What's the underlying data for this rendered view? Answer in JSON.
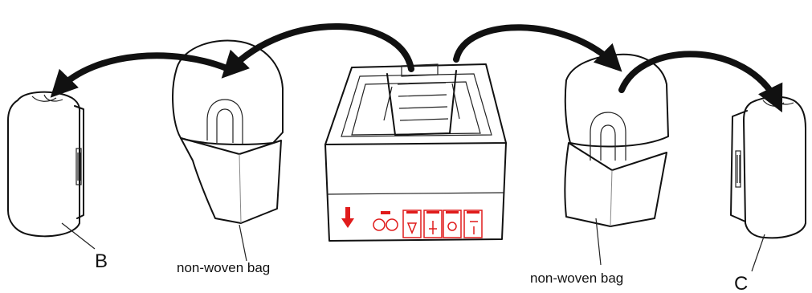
{
  "labels": {
    "B": "B",
    "C": "C",
    "bag_left": "non-woven bag",
    "bag_right": "non-woven bag"
  },
  "colors": {
    "ink": "#111111",
    "warning_red": "#e01b1b"
  },
  "icons": [
    "down-arrow-icon",
    "handling-symbols-icon"
  ]
}
